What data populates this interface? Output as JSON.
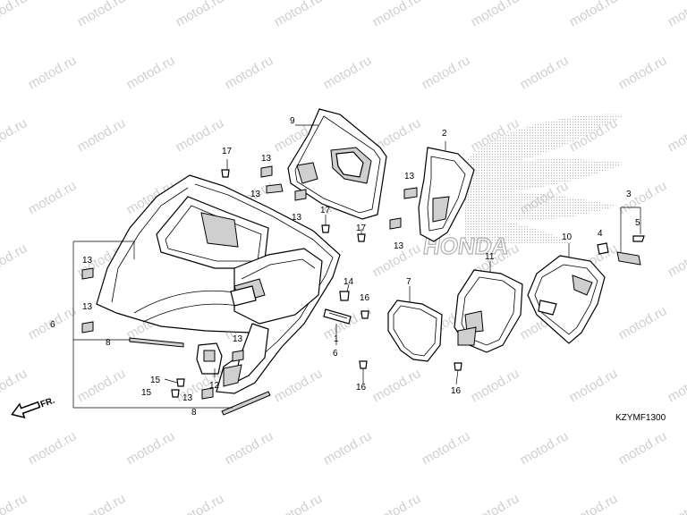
{
  "watermark": "motod.ru",
  "diagram_code": "KZYMF1300",
  "direction_label": "FR.",
  "brand_text": "HONDA",
  "callouts": [
    "1",
    "2",
    "3",
    "4",
    "5",
    "6",
    "6",
    "7",
    "8",
    "8",
    "9",
    "10",
    "11",
    "12",
    "13",
    "13",
    "13",
    "13",
    "13",
    "13",
    "13",
    "13",
    "14",
    "15",
    "15",
    "16",
    "16",
    "16",
    "17",
    "17",
    "17"
  ]
}
